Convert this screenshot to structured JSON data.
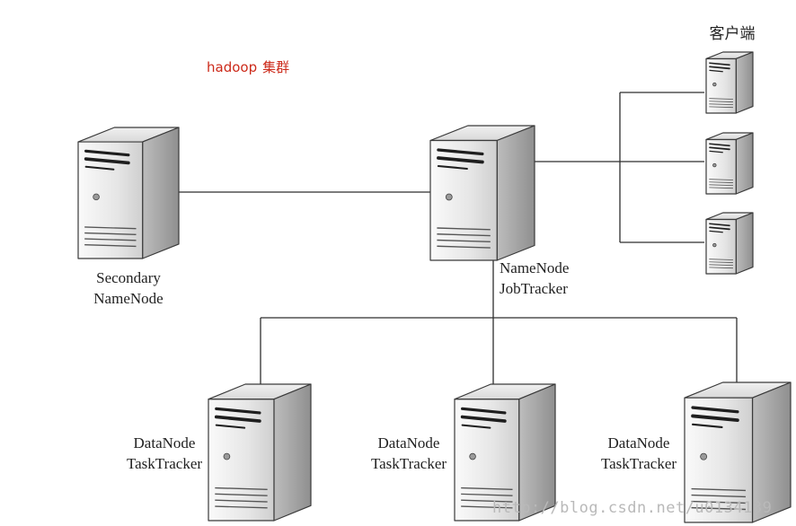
{
  "title": {
    "text": "hadoop",
    "suffix": "集群",
    "color": "#cc2a1a"
  },
  "nodes": {
    "secondary_namenode": {
      "line1": "Secondary",
      "line2": "NameNode"
    },
    "namenode": {
      "line1": "NameNode",
      "line2": "JobTracker"
    },
    "clients": {
      "label": "客户端",
      "count": 3
    },
    "datanodes": [
      {
        "line1": "DataNode",
        "line2": "TaskTracker"
      },
      {
        "line1": "DataNode",
        "line2": "TaskTracker"
      },
      {
        "line1": "DataNode",
        "line2": "TaskTracker"
      }
    ]
  },
  "watermark": "http://blog.csdn.net/u0134139",
  "icon": "server-tower-icon"
}
